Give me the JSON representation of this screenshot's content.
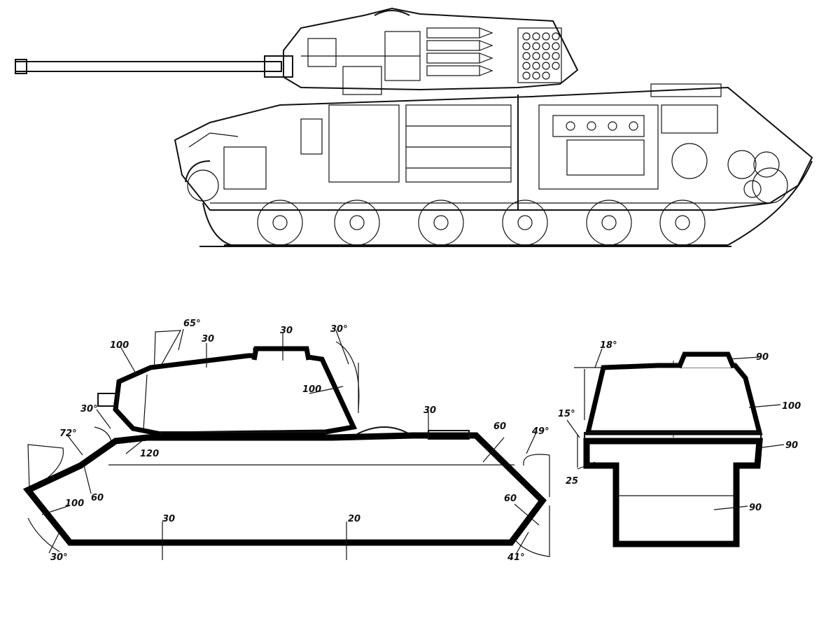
{
  "cutaway": {
    "icon": "tank-cutaway-illustration"
  },
  "side_profile": {
    "labels": {
      "turret_front": "100",
      "turret_front_angle": "65°",
      "turret_side": "30",
      "cupola": "30",
      "turret_rear_angle": "30°",
      "turret_rear": "100",
      "mantlet_angle": "30°",
      "hull_upper_front": "120",
      "upper_glacis_angle": "72°",
      "upper_glacis": "60",
      "lower_front": "100",
      "lower_front_angle": "30°",
      "floor_front": "30",
      "floor_rear": "20",
      "roof_hatch": "30",
      "engine_deck": "60",
      "rear_upper_angle": "49°",
      "rear_lower": "60",
      "rear_lower_angle": "41°"
    }
  },
  "front_section": {
    "labels": {
      "turret_side_angle": "18°",
      "cupola": "90",
      "turret_wall": "100",
      "hull_side_angle": "15°",
      "hull_side_upper": "90",
      "hull_side_lower": "25",
      "hull_sponson": "90"
    }
  }
}
